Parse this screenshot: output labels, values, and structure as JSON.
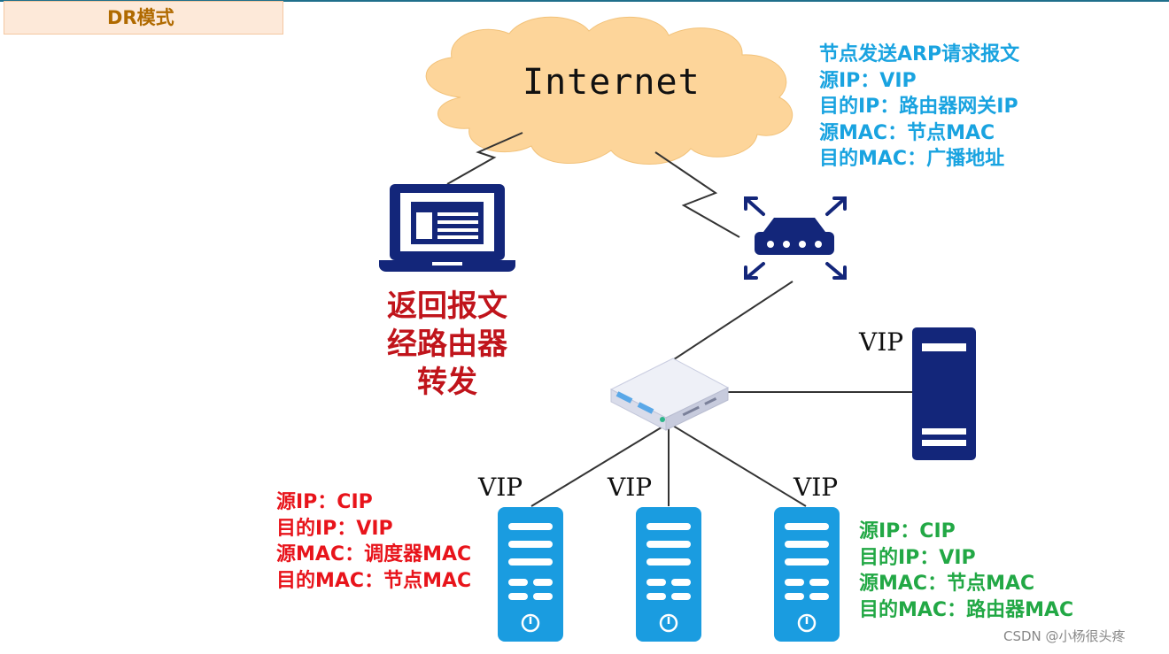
{
  "title": "DR模式",
  "internet_label": "Internet",
  "arp_request": [
    "节点发送ARP请求报文",
    "源IP：VIP",
    "目的IP：路由器网关IP",
    "源MAC：节点MAC",
    "目的MAC：广播地址"
  ],
  "return_note": [
    "返回报文",
    "经路由器",
    "转发"
  ],
  "request_info": [
    "源IP：CIP",
    "目的IP：VIP",
    "源MAC：调度器MAC",
    "目的MAC：节点MAC"
  ],
  "node_reply_info": [
    "源IP：CIP",
    "目的IP：VIP",
    "源MAC：节点MAC",
    "目的MAC：路由器MAC"
  ],
  "vip_labels": [
    "VIP",
    "VIP",
    "VIP",
    "VIP"
  ],
  "watermark": "CSDN @小杨很头疼",
  "colors": {
    "cloud": "#fdd59a",
    "device_navy": "#13267a",
    "server_blue": "#1a9ce0",
    "blue_text": "#19a3e0",
    "red_text": "#e8141b",
    "green_text": "#22a845"
  }
}
